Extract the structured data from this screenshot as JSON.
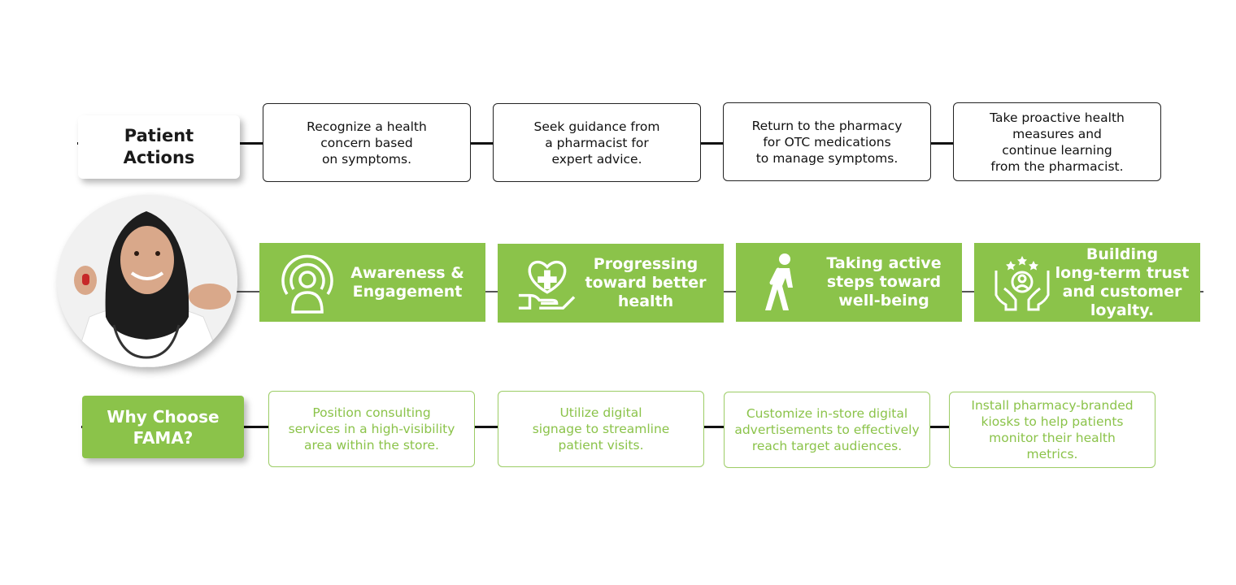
{
  "patient_actions": {
    "label": "Patient\nActions",
    "steps": [
      "Recognize a health\nconcern based\non symptoms.",
      "Seek guidance from\na pharmacist for\nexpert advice.",
      "Return to the pharmacy\nfor OTC medications\nto manage symptoms.",
      "Take proactive health\nmeasures and\ncontinue learning\nfrom the pharmacist."
    ]
  },
  "stages": [
    {
      "label": "Awareness &\nEngagement",
      "icon": "awareness-icon"
    },
    {
      "label": "Progressing\ntoward better\nhealth",
      "icon": "heart-hand-icon"
    },
    {
      "label": "Taking active\nsteps toward\nwell-being",
      "icon": "walking-person-icon"
    },
    {
      "label": "Building\nlong-term trust\nand customer\nloyalty.",
      "icon": "trust-hands-icon"
    }
  ],
  "why_fama": {
    "label": "Why Choose\nFAMA?",
    "items": [
      "Position consulting\nservices in a high-visibility\narea within the store.",
      "Utilize digital\nsignage to streamline\npatient visits.",
      "Customize in-store digital\nadvertisements to effectively\nreach target audiences.",
      "Install pharmacy-branded\nkiosks to help patients\nmonitor their health\nmetrics."
    ]
  },
  "colors": {
    "accent_green": "#8bc34a",
    "border_dark": "#222222",
    "text_dark": "#111111"
  }
}
